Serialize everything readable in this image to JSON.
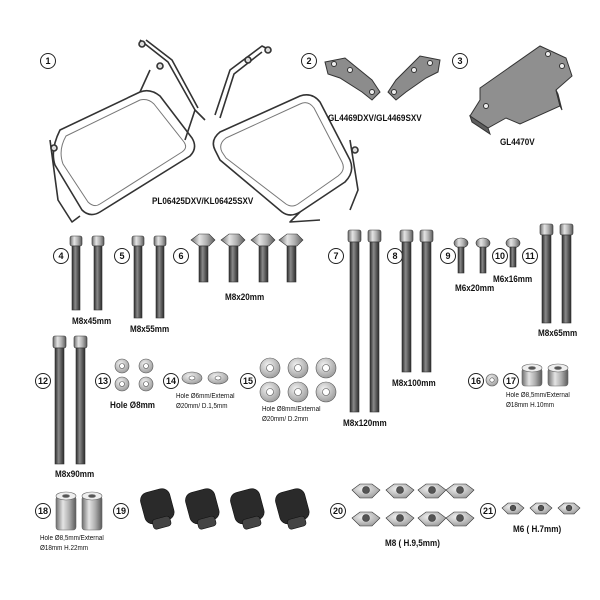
{
  "callouts": [
    "1",
    "2",
    "3",
    "4",
    "5",
    "6",
    "7",
    "8",
    "9",
    "10",
    "11",
    "12",
    "13",
    "14",
    "15",
    "16",
    "17",
    "18",
    "19",
    "20",
    "21"
  ],
  "labels": {
    "frame": "PL06425DXV/KL06425SXV",
    "bracket_pair": "GL4469DXV/GL4469SXV",
    "plate": "GL4470V",
    "m8x45": "M8x45mm",
    "m8x55": "M8x55mm",
    "m8x20_a": "M8x20mm",
    "m8x120": "M8x120mm",
    "m8x100": "M8x100mm",
    "m6x20": "M6x20mm",
    "m6x16": "M6x16mm",
    "m8x65": "M8x65mm",
    "m8x90": "M8x90mm",
    "washer13": "Hole Ø8mm",
    "washer14_l1": "Hole Ø6mm/External",
    "washer14_l2": "Ø20mm/ D.1,5mm",
    "washer15_l1": "Hole Ø8mm/External",
    "washer15_l2": "Ø20mm/ D.2mm",
    "spacer17_l1": "Hole Ø8,5mm/External",
    "spacer17_l2": "Ø18mm H.10mm",
    "spacer18_l1": "Hole Ø8,5mm/External",
    "spacer18_l2": "Ø18mm H.22mm",
    "nut20": "M8 ( H.9,5mm)",
    "nut21": "M6 ( H.7mm)"
  }
}
